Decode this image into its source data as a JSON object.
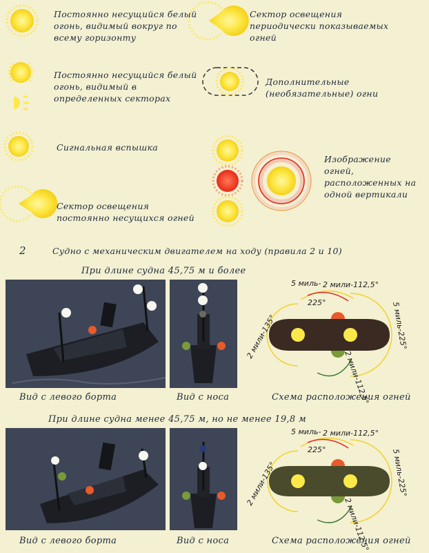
{
  "legend": {
    "all_round": "Постоянно несущийся белый огонь, видимый вокруг по всему горизонту",
    "sectored": "Постоянно несущийся белый огонь, видимый в определенных секторах",
    "flash": "Сигнальная вспышка",
    "constant_sector": "Сектор освещения постоянно несущихся огней",
    "periodic_sector": "Сектор освещения периодически показываемых огней",
    "optional": "Дополнительные (необязательные) огни",
    "vertical": "Изображение огней, расположенных на одной вертикали"
  },
  "section": {
    "number": "2",
    "title": "Судно с механическим двигателем на ходу (правила 2 и 10)"
  },
  "upper": {
    "length_label": "При длине судна 45,75 м и более",
    "side_caption": "Вид с левого борта",
    "bow_caption": "Вид с носа",
    "scheme_caption": "Схема расположения огней",
    "arc_labels": [
      "5 миль-",
      "2 мили-112,5°",
      "225°",
      "5 миль-225°",
      "2 мили-135°",
      "2 мили-112,5°"
    ]
  },
  "lower": {
    "length_label": "При длине судна менее 45,75 м, но не менее 19,8 м",
    "side_caption": "Вид с левого борта",
    "bow_caption": "Вид с носа",
    "scheme_caption": "Схема расположения огней",
    "arc_labels": [
      "5 миль-",
      "2 мили-112,5°",
      "225°",
      "5 миль-225°",
      "2 мили-135°",
      "2 мили-112,5°"
    ]
  },
  "colors": {
    "white_light": "#fff45a",
    "red_light": "#ee3322",
    "green_light": "#7a9a3a",
    "hull_upper": "#3a2a22",
    "hull_lower": "#4a4a2c",
    "night": "#3d4556"
  }
}
